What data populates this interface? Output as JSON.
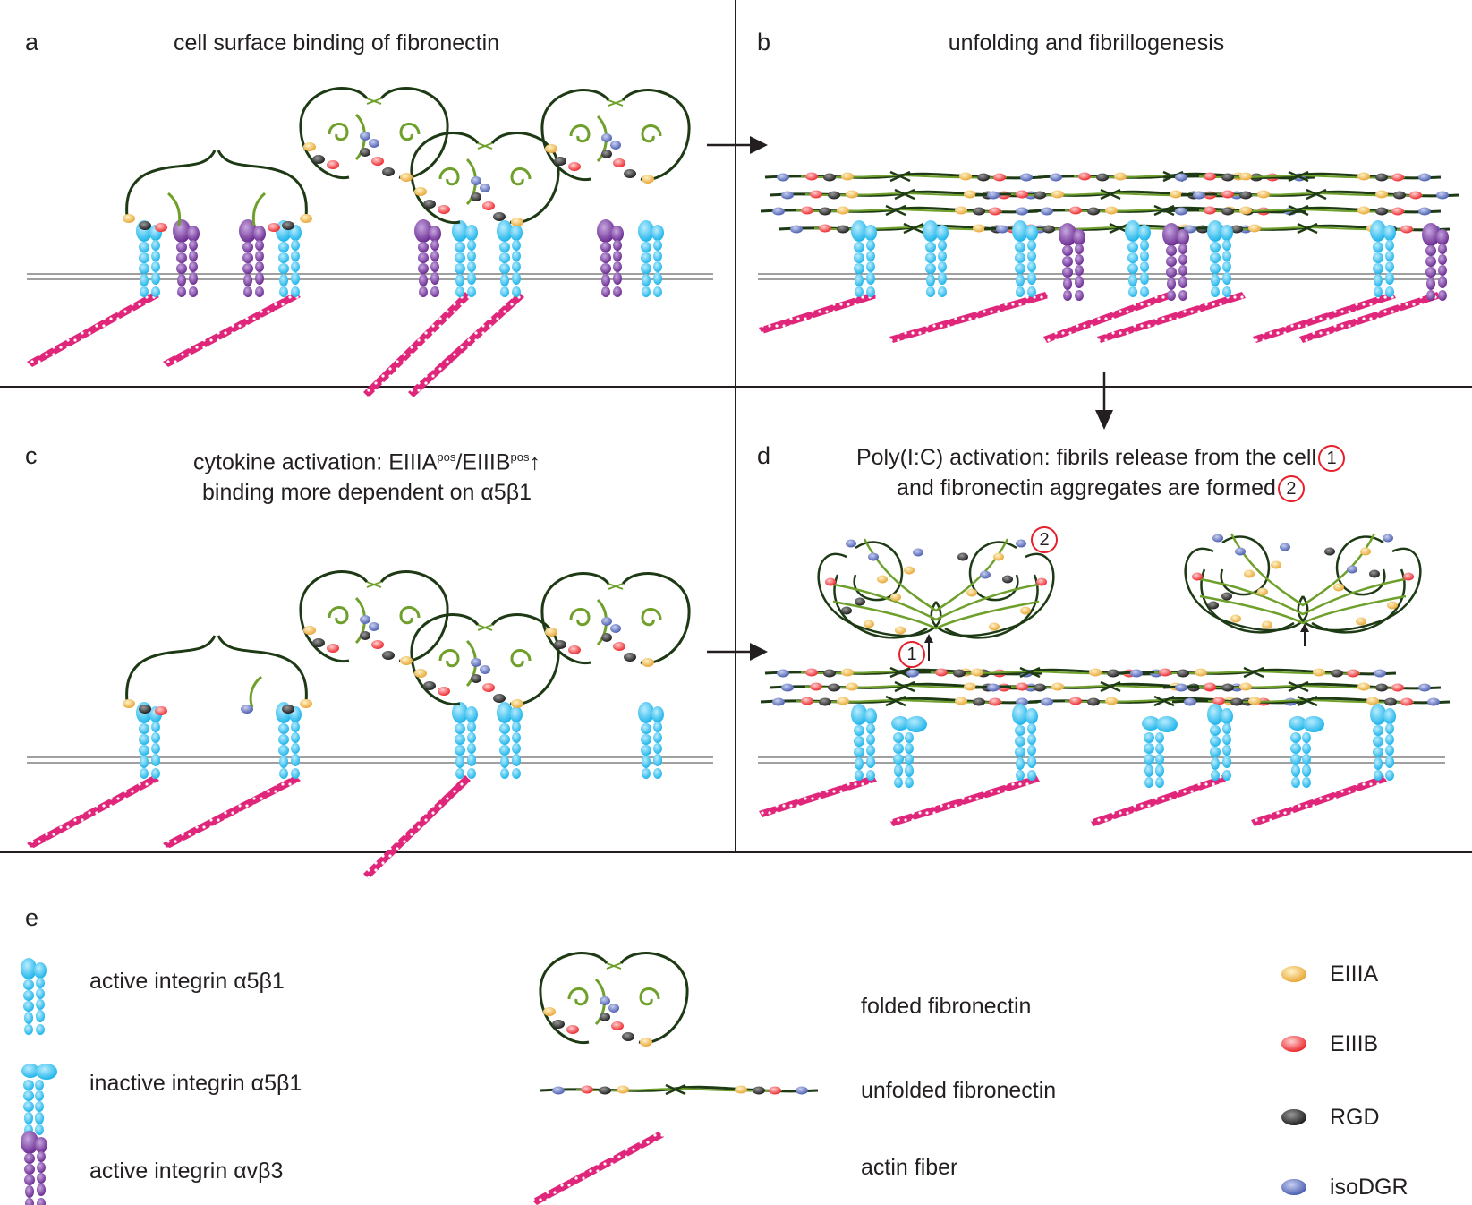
{
  "panels": {
    "a": {
      "letter": "a",
      "title": "cell surface binding of fibronectin"
    },
    "b": {
      "letter": "b",
      "title": "unfolding and fibrillogenesis"
    },
    "c": {
      "letter": "c",
      "title_line1_pre": "cytokine activation: EIIIA",
      "title_sup1": "pos",
      "title_mid": "/EIIIB",
      "title_sup2": "pos",
      "title_arrow": "↑",
      "title_line2": "binding more dependent on α5β1"
    },
    "d": {
      "letter": "d",
      "title_line1": "Poly(I:C) activation: fibrils release from the cell",
      "title_line2": "and fibronectin aggregates are formed",
      "marker1": "1",
      "marker2": "2"
    },
    "e": {
      "letter": "e"
    }
  },
  "legend": {
    "active_a5b1": "active integrin α5β1",
    "inactive_a5b1": "inactive integrin α5β1",
    "active_avb3": "active integrin αvβ3",
    "folded_fn": "folded fibronectin",
    "unfolded_fn": "unfolded fibronectin",
    "actin": "actin fiber",
    "eiiia": "EIIIA",
    "eiiib": "EIIIB",
    "rgd": "RGD",
    "isodgr": "isoDGR"
  },
  "colors": {
    "integrin_a5b1": "#1fb5ea",
    "integrin_avb3": "#6b2c91",
    "actin": "#e0267a",
    "eiiia": "#e8a838",
    "eiiib": "#ec2a2f",
    "rgd": "#2b2b2b",
    "isodgr": "#4b5fb0",
    "fn_dark": "#1d3a14",
    "fn_green": "#6ea02b",
    "marker_red": "#e5202a"
  }
}
